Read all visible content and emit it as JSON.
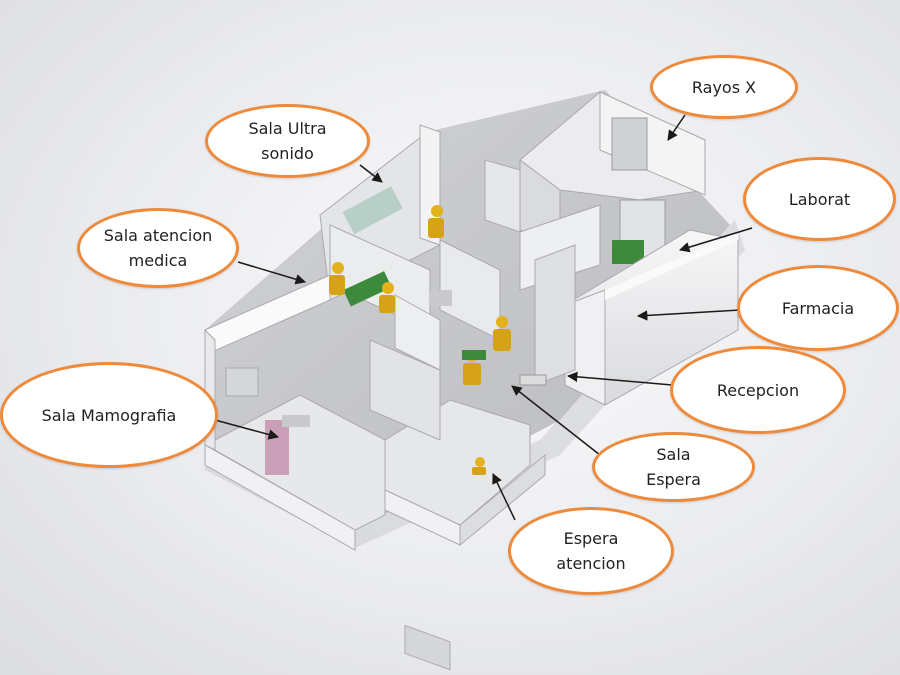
{
  "diagram": {
    "labels": {
      "rayos_x": "Rayos X",
      "sala_ultra_l1": "Sala Ultra",
      "sala_ultra_l2": "sonido",
      "laborat": "Laborat",
      "sala_atencion_l1": "Sala atencion",
      "sala_atencion_l2": "medica",
      "farmacia": "Farmacia",
      "recepcion": "Recepcion",
      "sala_mamografia": "Sala Mamografia",
      "sala_espera_l1": "Sala",
      "sala_espera_l2": "Espera",
      "espera_atencion_l1": "Espera",
      "espera_atencion_l2": "atencion"
    },
    "colors": {
      "callout_border": "#ef8a3a",
      "callout_fill": "#ffffff",
      "wall": "#f3f3f4",
      "floor": "#c9cacd",
      "figure": "#e3b11c",
      "equipment_green": "#3d8a3d",
      "mammography": "#c9a0b8"
    }
  }
}
